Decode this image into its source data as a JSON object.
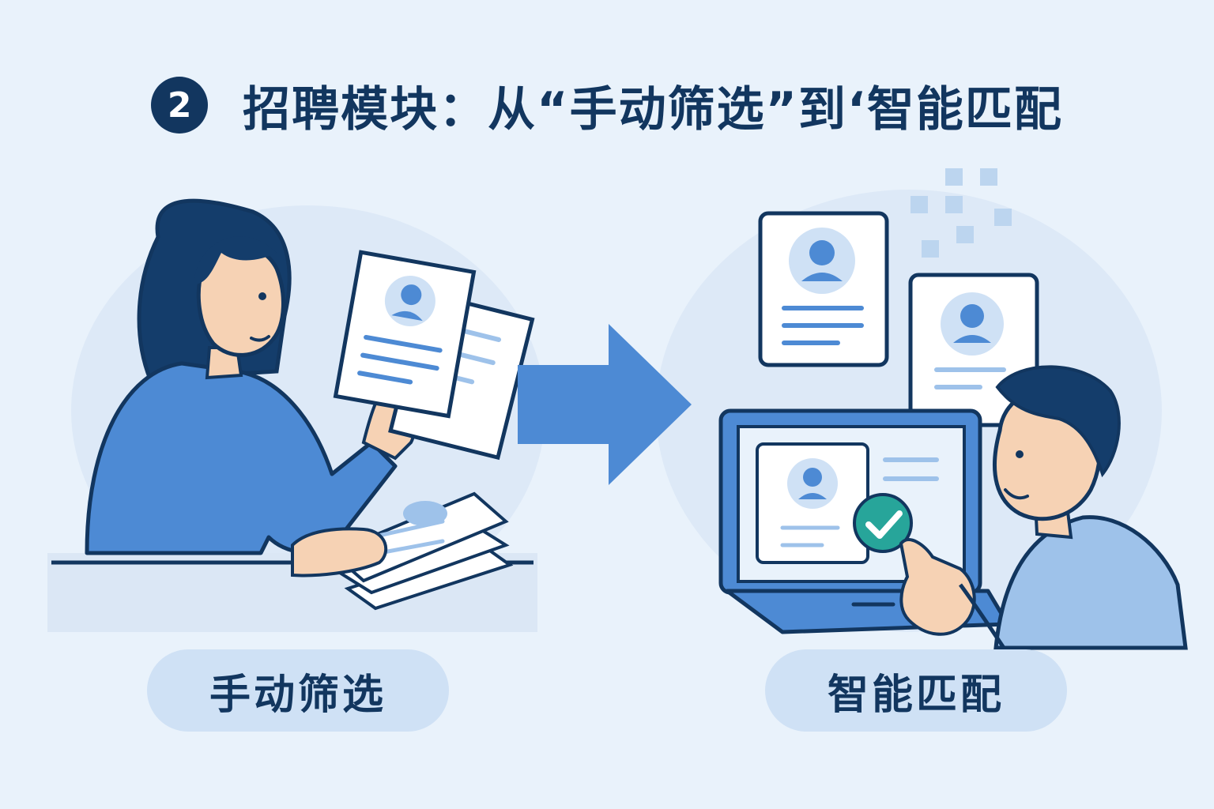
{
  "title": {
    "step_number": "2",
    "text": "招聘模块：从“手动筛选”到‘智能匹配"
  },
  "labels": {
    "manual": "手动筛选",
    "smart": "智能匹配"
  },
  "colors": {
    "navy": "#12365f",
    "blue": "#4d8ad4",
    "light_blue": "#cfe1f5",
    "background": "#e9f2fb",
    "check_green": "#27a59a"
  },
  "icons": [
    "arrow-right-icon",
    "checkmark-icon",
    "avatar-icon"
  ]
}
